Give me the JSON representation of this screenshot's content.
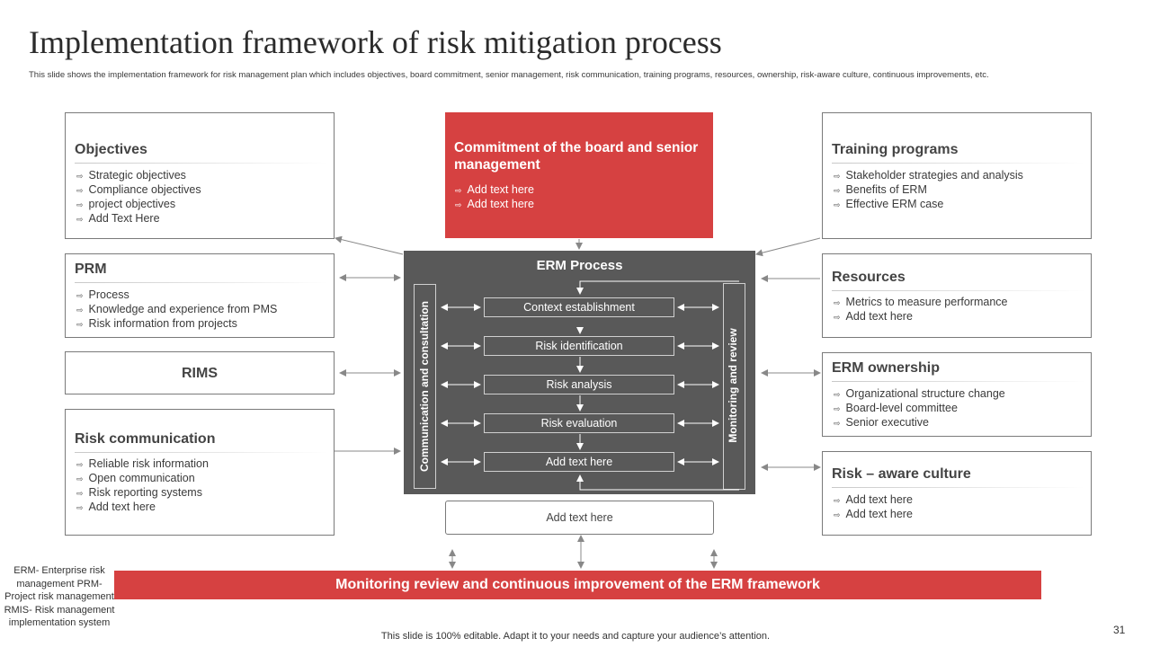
{
  "title": "Implementation framework of risk mitigation process",
  "subtitle": "This slide shows the implementation  framework for risk management plan which includes objectives, board commitment,  senior management,  risk communication,  training programs, resources, ownership, risk-aware culture, continuous improvements, etc.",
  "bullet_glyph": "⇨",
  "left_boxes": {
    "objectives": {
      "title": "Objectives",
      "items": [
        "Strategic objectives",
        "Compliance  objectives",
        "project objectives",
        "Add Text Here"
      ]
    },
    "prm": {
      "title": "PRM",
      "items": [
        "Process",
        "Knowledge  and experience from PMS",
        "Risk information  from projects"
      ]
    },
    "rims": {
      "title": "RIMS"
    },
    "risk_communication": {
      "title": "Risk communication",
      "items": [
        "Reliable  risk information",
        "Open communication",
        "Risk reporting systems",
        "Add text here"
      ]
    }
  },
  "commitment": {
    "title": "Commitment of the board and senior management",
    "items": [
      "Add text here",
      "Add text here"
    ]
  },
  "erm_process": {
    "title": "ERM Process",
    "left_label": "Communication and consultation",
    "right_label": "Monitoring and review",
    "steps": [
      "Context establishment",
      "Risk identification",
      "Risk analysis",
      "Risk evaluation",
      "Add text here"
    ]
  },
  "below_box": "Add text here",
  "right_boxes": {
    "training": {
      "title": "Training programs",
      "items": [
        "Stakeholder strategies and analysis",
        "Benefits of ERM",
        "Effective  ERM case"
      ]
    },
    "resources": {
      "title": "Resources",
      "items": [
        "Metrics to measure  performance",
        "Add text here"
      ]
    },
    "ownership": {
      "title": "ERM ownership",
      "items": [
        "Organizational  structure change",
        "Board-level  committee",
        "Senior executive"
      ]
    },
    "culture": {
      "title": "Risk – aware culture",
      "items": [
        "Add text here",
        "Add text here"
      ]
    }
  },
  "bottom_bar": "Monitoring review and continuous improvement of the ERM framework",
  "footnote": "ERM- Enterprise risk management PRM- Project risk management RMIS- Risk management implementation system",
  "footer": "This slide is 100% editable. Adapt it to your needs and capture your audience’s attention.",
  "page_number": "31",
  "colors": {
    "accent_red": "#d64141",
    "dark_panel": "#595959"
  }
}
